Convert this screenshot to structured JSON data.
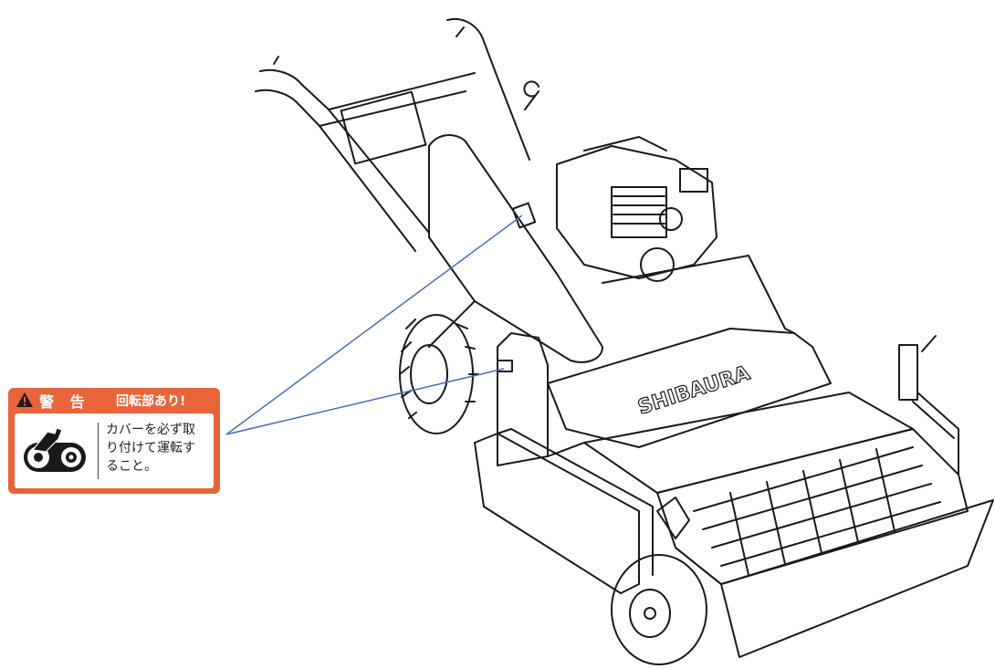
{
  "warning_label": {
    "signal_word": "警 告",
    "hazard": "回転部あり!",
    "instruction_lines": [
      "カバーを必ず取",
      "り付けて運転す",
      "ること。"
    ],
    "colors": {
      "background": "#e8643a",
      "text": "#ffffff"
    },
    "icon": "belt-pulley-hand-icon"
  },
  "machine": {
    "brand_marking": "SHIBAURA"
  },
  "leader_line_color": "#4a6fb5"
}
